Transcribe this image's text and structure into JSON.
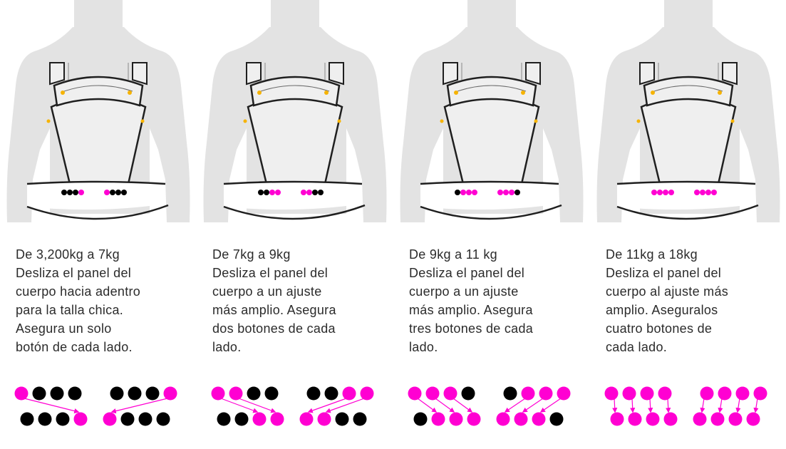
{
  "colors": {
    "magenta": "#ff00d2",
    "black": "#000000",
    "yellow": "#f6b300",
    "silhouette": "#e3e3e3",
    "carrier": "#efefef",
    "outline": "#1f1f1f",
    "text": "#2b2b2b"
  },
  "panels": [
    {
      "caption_lines": [
        "De 3,200kg a 7kg",
        "Desliza el panel del",
        "cuerpo hacia adentro",
        "para la talla chica.",
        "Asegura un solo",
        "botón de cada lado."
      ],
      "buttons_secured": 1
    },
    {
      "caption_lines": [
        "De 7kg a 9kg",
        "Desliza el panel del",
        "cuerpo a un ajuste",
        "más amplio. Asegura",
        "dos botones de cada",
        "lado."
      ],
      "buttons_secured": 2
    },
    {
      "caption_lines": [
        "De 9kg a 11 kg",
        "Desliza el panel del",
        "cuerpo a un ajuste",
        "más amplio. Asegura",
        "tres botones de cada",
        "lado."
      ],
      "buttons_secured": 3
    },
    {
      "caption_lines": [
        "De 11kg a 18kg",
        "Desliza el panel del",
        "cuerpo al ajuste más",
        "amplio. Aseguralos",
        "cuatro botones de",
        "cada lado."
      ],
      "buttons_secured": 4
    }
  ]
}
